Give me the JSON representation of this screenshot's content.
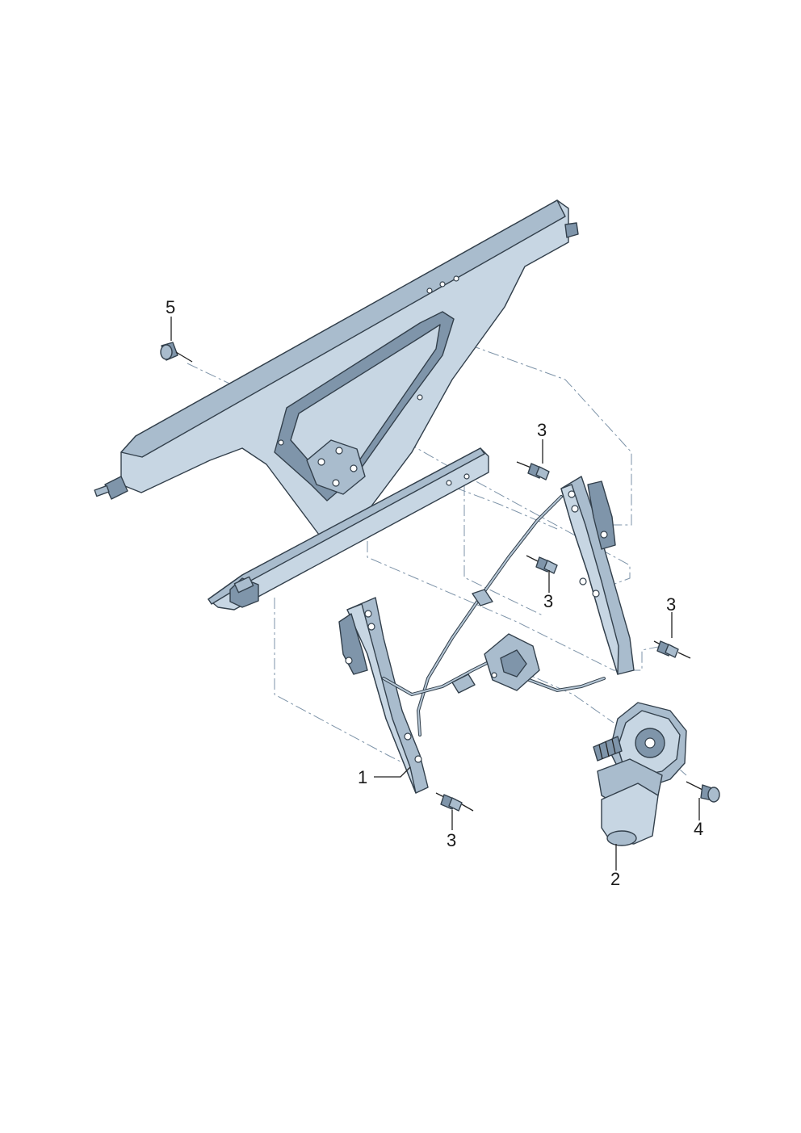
{
  "callouts": {
    "c1": "1",
    "c2": "2",
    "c3a": "3",
    "c3b": "3",
    "c3c": "3",
    "c3d": "3",
    "c4": "4",
    "c5": "5"
  },
  "colors": {
    "part_light": "#c7d6e3",
    "part_mid": "#a9bccd",
    "part_dark": "#7f95aa",
    "outline": "#33404c",
    "centerline": "#7d93a8"
  }
}
